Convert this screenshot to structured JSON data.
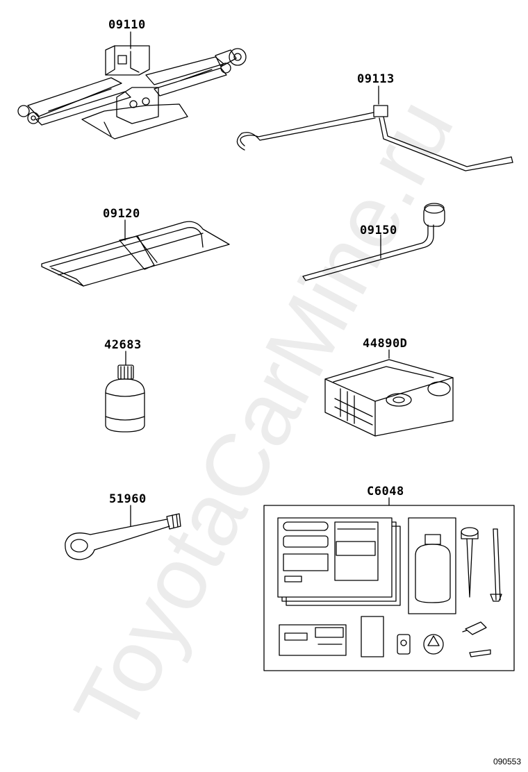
{
  "parts": {
    "p09110": "09110",
    "p09113": "09113",
    "p09120": "09120",
    "p09150": "09150",
    "p42683": "42683",
    "p44890D": "44890D",
    "p51960": "51960",
    "pC6048": "C6048"
  },
  "watermark": "ToyotaCarMine.ru",
  "diagram_code": "090553",
  "colors": {
    "line": "#000000",
    "background": "#ffffff"
  }
}
